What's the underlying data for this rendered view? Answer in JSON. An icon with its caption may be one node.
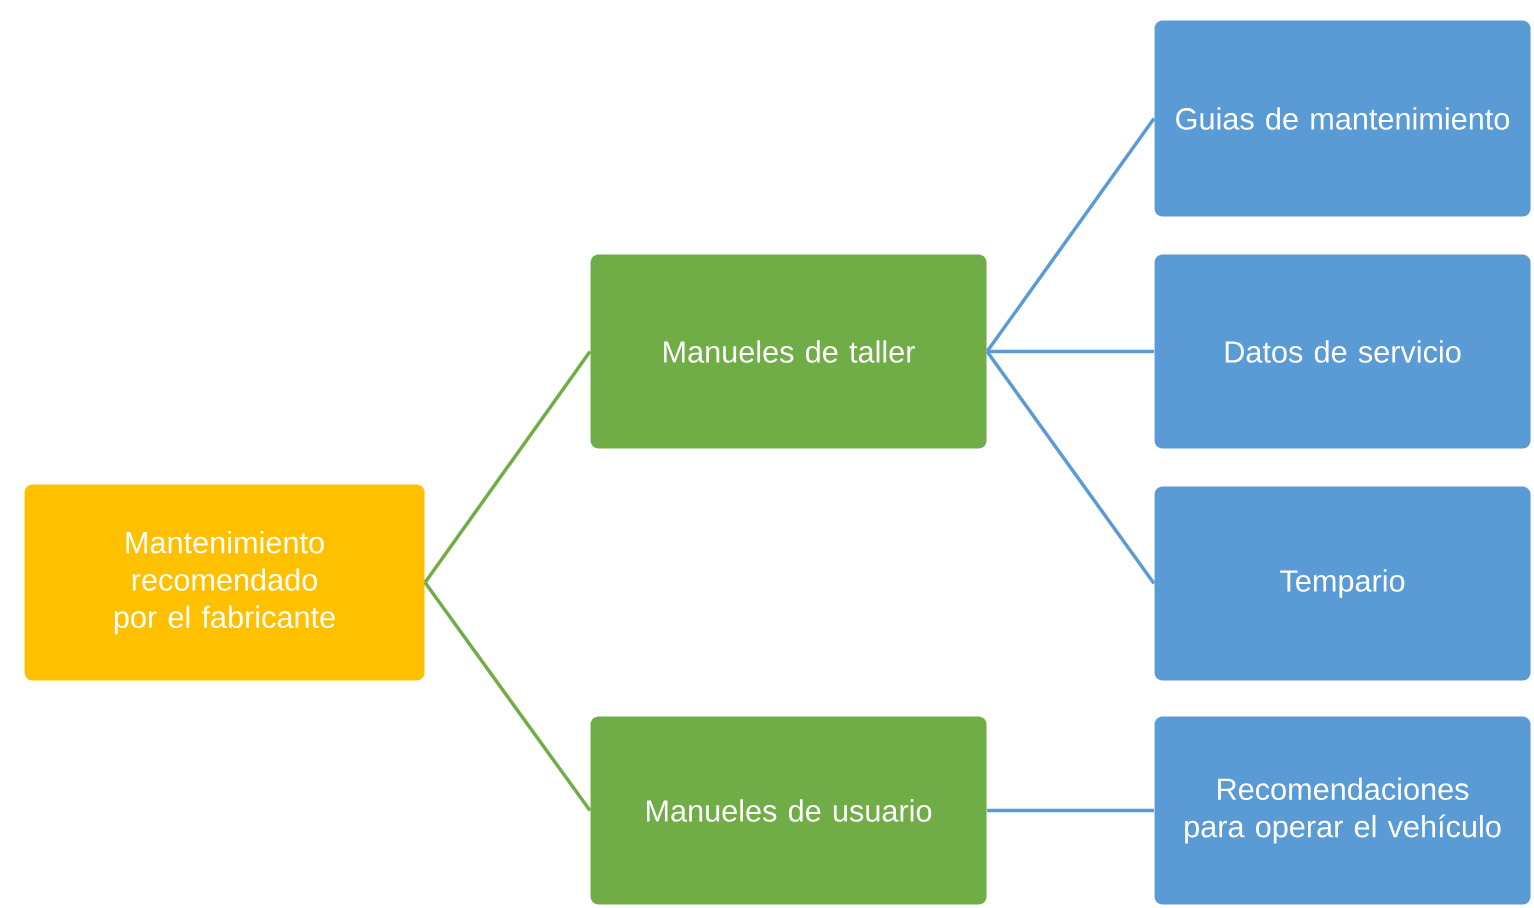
{
  "diagram": {
    "nodes": [
      {
        "text": [
          "Mantenimiento recomendado por el fabricante"
        ]
      },
      {
        "text": [
          "Manueles de taller"
        ]
      },
      {
        "text": [
          "Manueles de usuario"
        ]
      },
      {
        "text": [
          "Guias de mantenimiento"
        ]
      },
      {
        "text": [
          "Datos de servicio"
        ]
      },
      {
        "text": [
          "Tempario"
        ]
      },
      {
        "text": [
          "Recomendaciones para operar el vehículo"
        ]
      }
    ],
    "edges": [
      {
        "from": 0,
        "to": 1,
        "arrow": "none",
        "color": "#70ad47"
      },
      {
        "from": 0,
        "to": 2,
        "arrow": "none",
        "color": "#70ad47"
      },
      {
        "from": 1,
        "to": 3,
        "arrow": "none"
      },
      {
        "from": 1,
        "to": 4,
        "arrow": "none"
      },
      {
        "from": 1,
        "to": 5,
        "arrow": "none"
      },
      {
        "from": 2,
        "to": 6,
        "arrow": "none"
      }
    ]
  }
}
